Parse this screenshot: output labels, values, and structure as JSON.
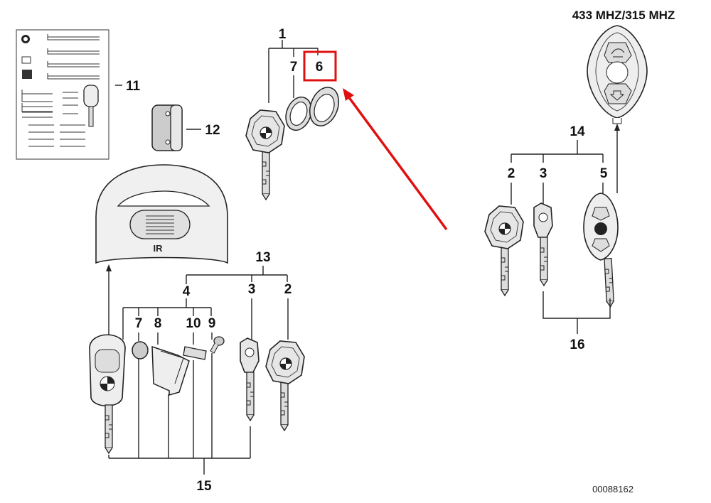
{
  "diagram": {
    "frequency_label": "433 MHZ/315 MHZ",
    "catalog_number": "00088162",
    "ir_label": "IR",
    "highlight_color": "#e01010",
    "callouts": {
      "c1": "1",
      "c7a": "7",
      "c6": "6",
      "c11": "11",
      "c12": "12",
      "c13": "13",
      "c4": "4",
      "c7b": "7",
      "c8": "8",
      "c10": "10",
      "c9": "9",
      "c3a": "3",
      "c2a": "2",
      "c15": "15",
      "c14": "14",
      "c2b": "2",
      "c3b": "3",
      "c5": "5",
      "c16": "16"
    }
  }
}
